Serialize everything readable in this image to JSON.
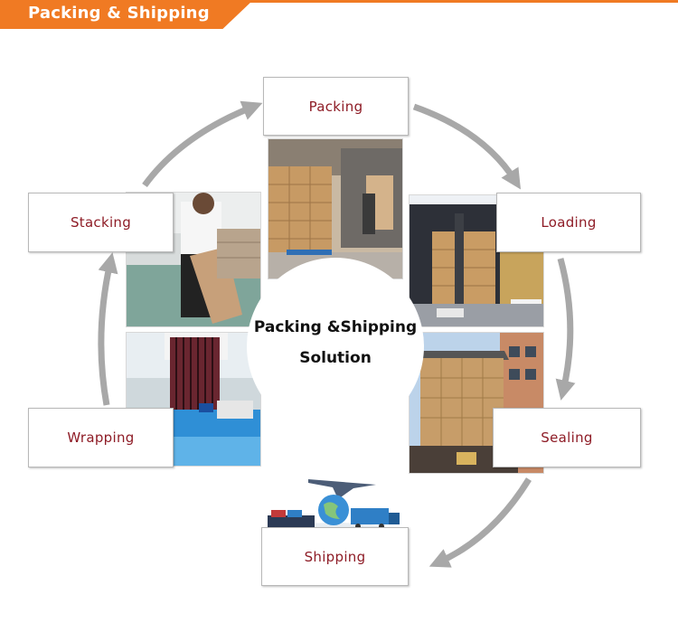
{
  "banner": {
    "title": "Packing & Shipping"
  },
  "center": {
    "line1": "Packing &Shipping",
    "line2": "Solution"
  },
  "stages": {
    "packing": "Packing",
    "loading": "Loading",
    "sealing": "Sealing",
    "shipping": "Shipping",
    "wrapping": "Wrapping",
    "stacking": "Stacking"
  },
  "colors": {
    "accent": "#f07a23",
    "label": "#8e1c26",
    "arrow": "#a8a8a8"
  }
}
